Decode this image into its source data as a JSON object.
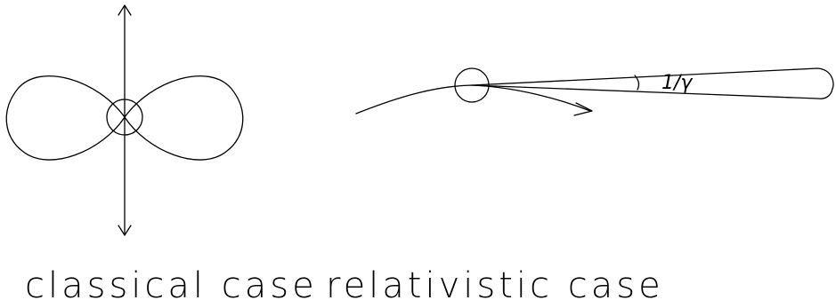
{
  "panels": [
    {
      "caption": "classical case"
    },
    {
      "caption": "relativistic case",
      "angle_label": "1/γ"
    }
  ],
  "colors": {
    "line": "#000000",
    "background": "#ffffff"
  }
}
